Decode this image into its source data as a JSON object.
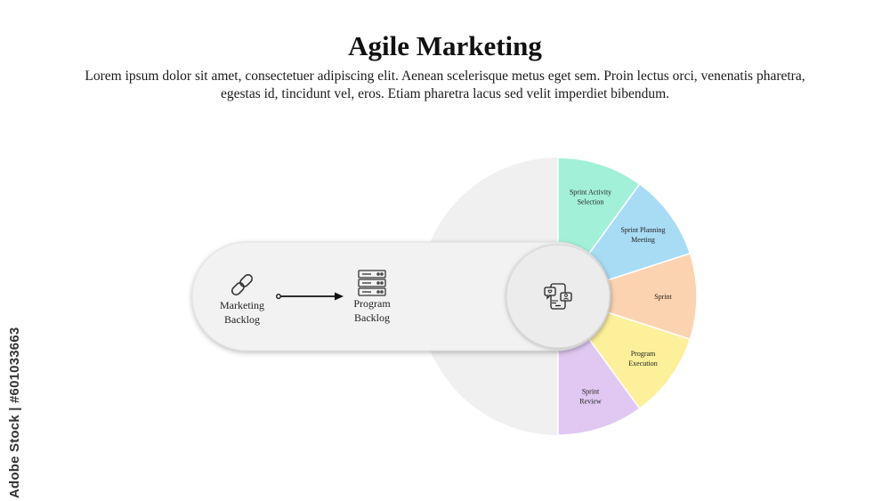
{
  "title": "Agile Marketing",
  "description": "Lorem ipsum dolor sit amet, consectetuer adipiscing elit. Aenean scelerisque metus eget sem. Proin lectus orci, venenatis pharetra, egestas id, tincidunt vel, eros. Etiam pharetra lacus sed velit imperdiet bibendum.",
  "watermark": "Adobe Stock | #601033663",
  "flow": {
    "start": {
      "line1": "Marketing",
      "line2": "Backlog",
      "icon": "link-chain-icon"
    },
    "end": {
      "line1": "Program",
      "line2": "Backlog",
      "icon": "server-stack-icon"
    },
    "hub_icon": "mobile-chat-icon"
  },
  "sprint_cycle": [
    {
      "line1": "Sprint Activity",
      "line2": "Selection",
      "color": "#a3f0d8"
    },
    {
      "line1": "Sprint Planning",
      "line2": "Meeting",
      "color": "#a8dcf4"
    },
    {
      "line1": "Sprint",
      "line2": "",
      "color": "#fcd3b0"
    },
    {
      "line1": "Program",
      "line2": "Execution",
      "color": "#fdf09a"
    },
    {
      "line1": "Sprint",
      "line2": "Review",
      "color": "#e0c8f2"
    }
  ]
}
